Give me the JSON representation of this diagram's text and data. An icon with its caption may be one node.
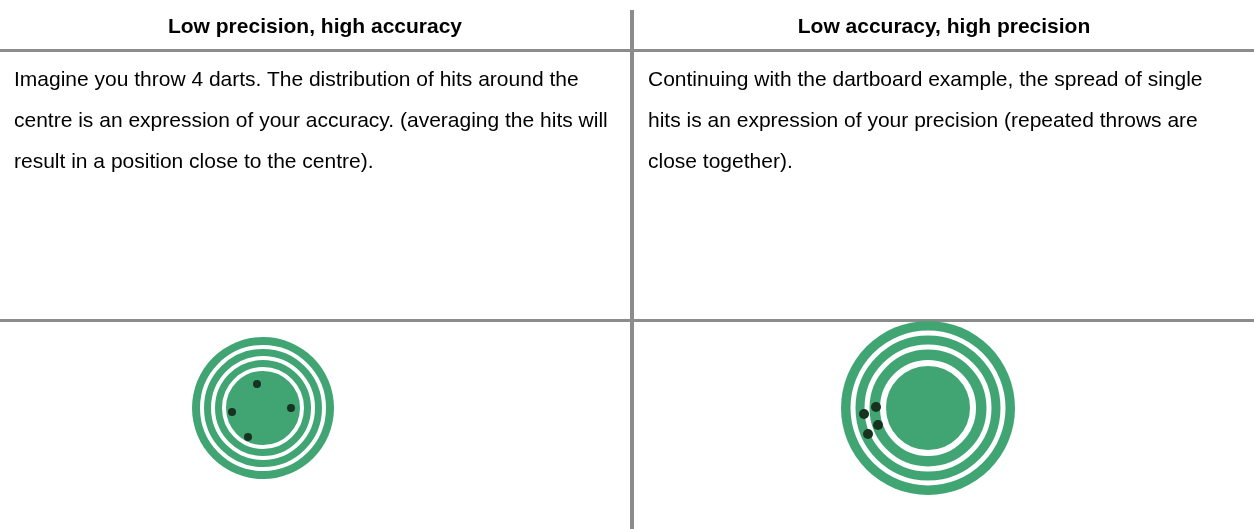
{
  "diagram": {
    "labels": [
      "Low precision, high accuracy",
      "Low accuracy, high precision",
      "Imagine you throw 4 darts. The distribution of hits around the centre is an expression of your accuracy. (averaging the hits will result in a position close to the centre).",
      "Continuing with the dartboard example, the spread of single hits is an expression of your precision (repeated throws are close together)."
    ]
  }
}
